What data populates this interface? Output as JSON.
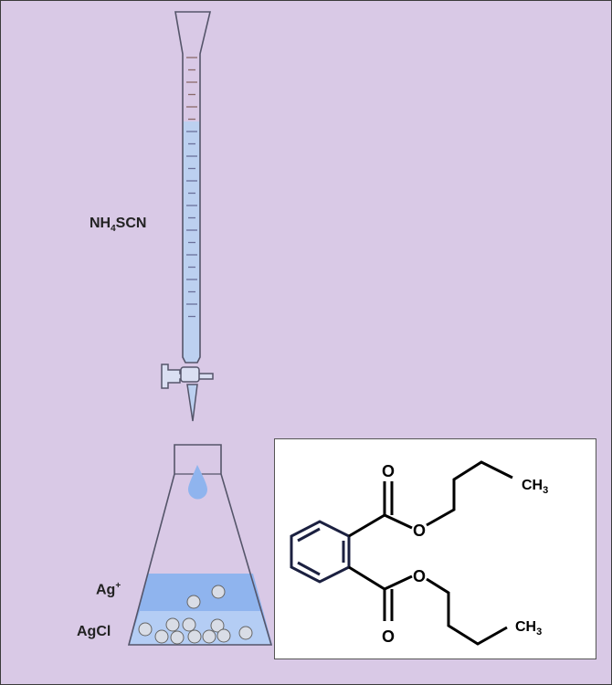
{
  "apparatus": {
    "titrant": {
      "main": "NH",
      "sub": "4",
      "tail": "SCN"
    },
    "analyte": {
      "main": "Ag",
      "sup": "+"
    },
    "precipitate": "AgCl"
  },
  "structure": {
    "carbonyl_o_top": "O",
    "ester_o_top": "O",
    "carbonyl_o_bottom": "O",
    "ester_o_bottom": "O",
    "methyl_top": {
      "main": "CH",
      "sub": "3"
    },
    "methyl_bottom": {
      "main": "CH",
      "sub": "3"
    }
  },
  "colors": {
    "background": "#d9c9e6",
    "liquid": "#bcd0f0",
    "ag_layer": "#8fb4ee",
    "glass_outline": "#55556a",
    "bond": "#000000",
    "ring": "#1b2040"
  }
}
